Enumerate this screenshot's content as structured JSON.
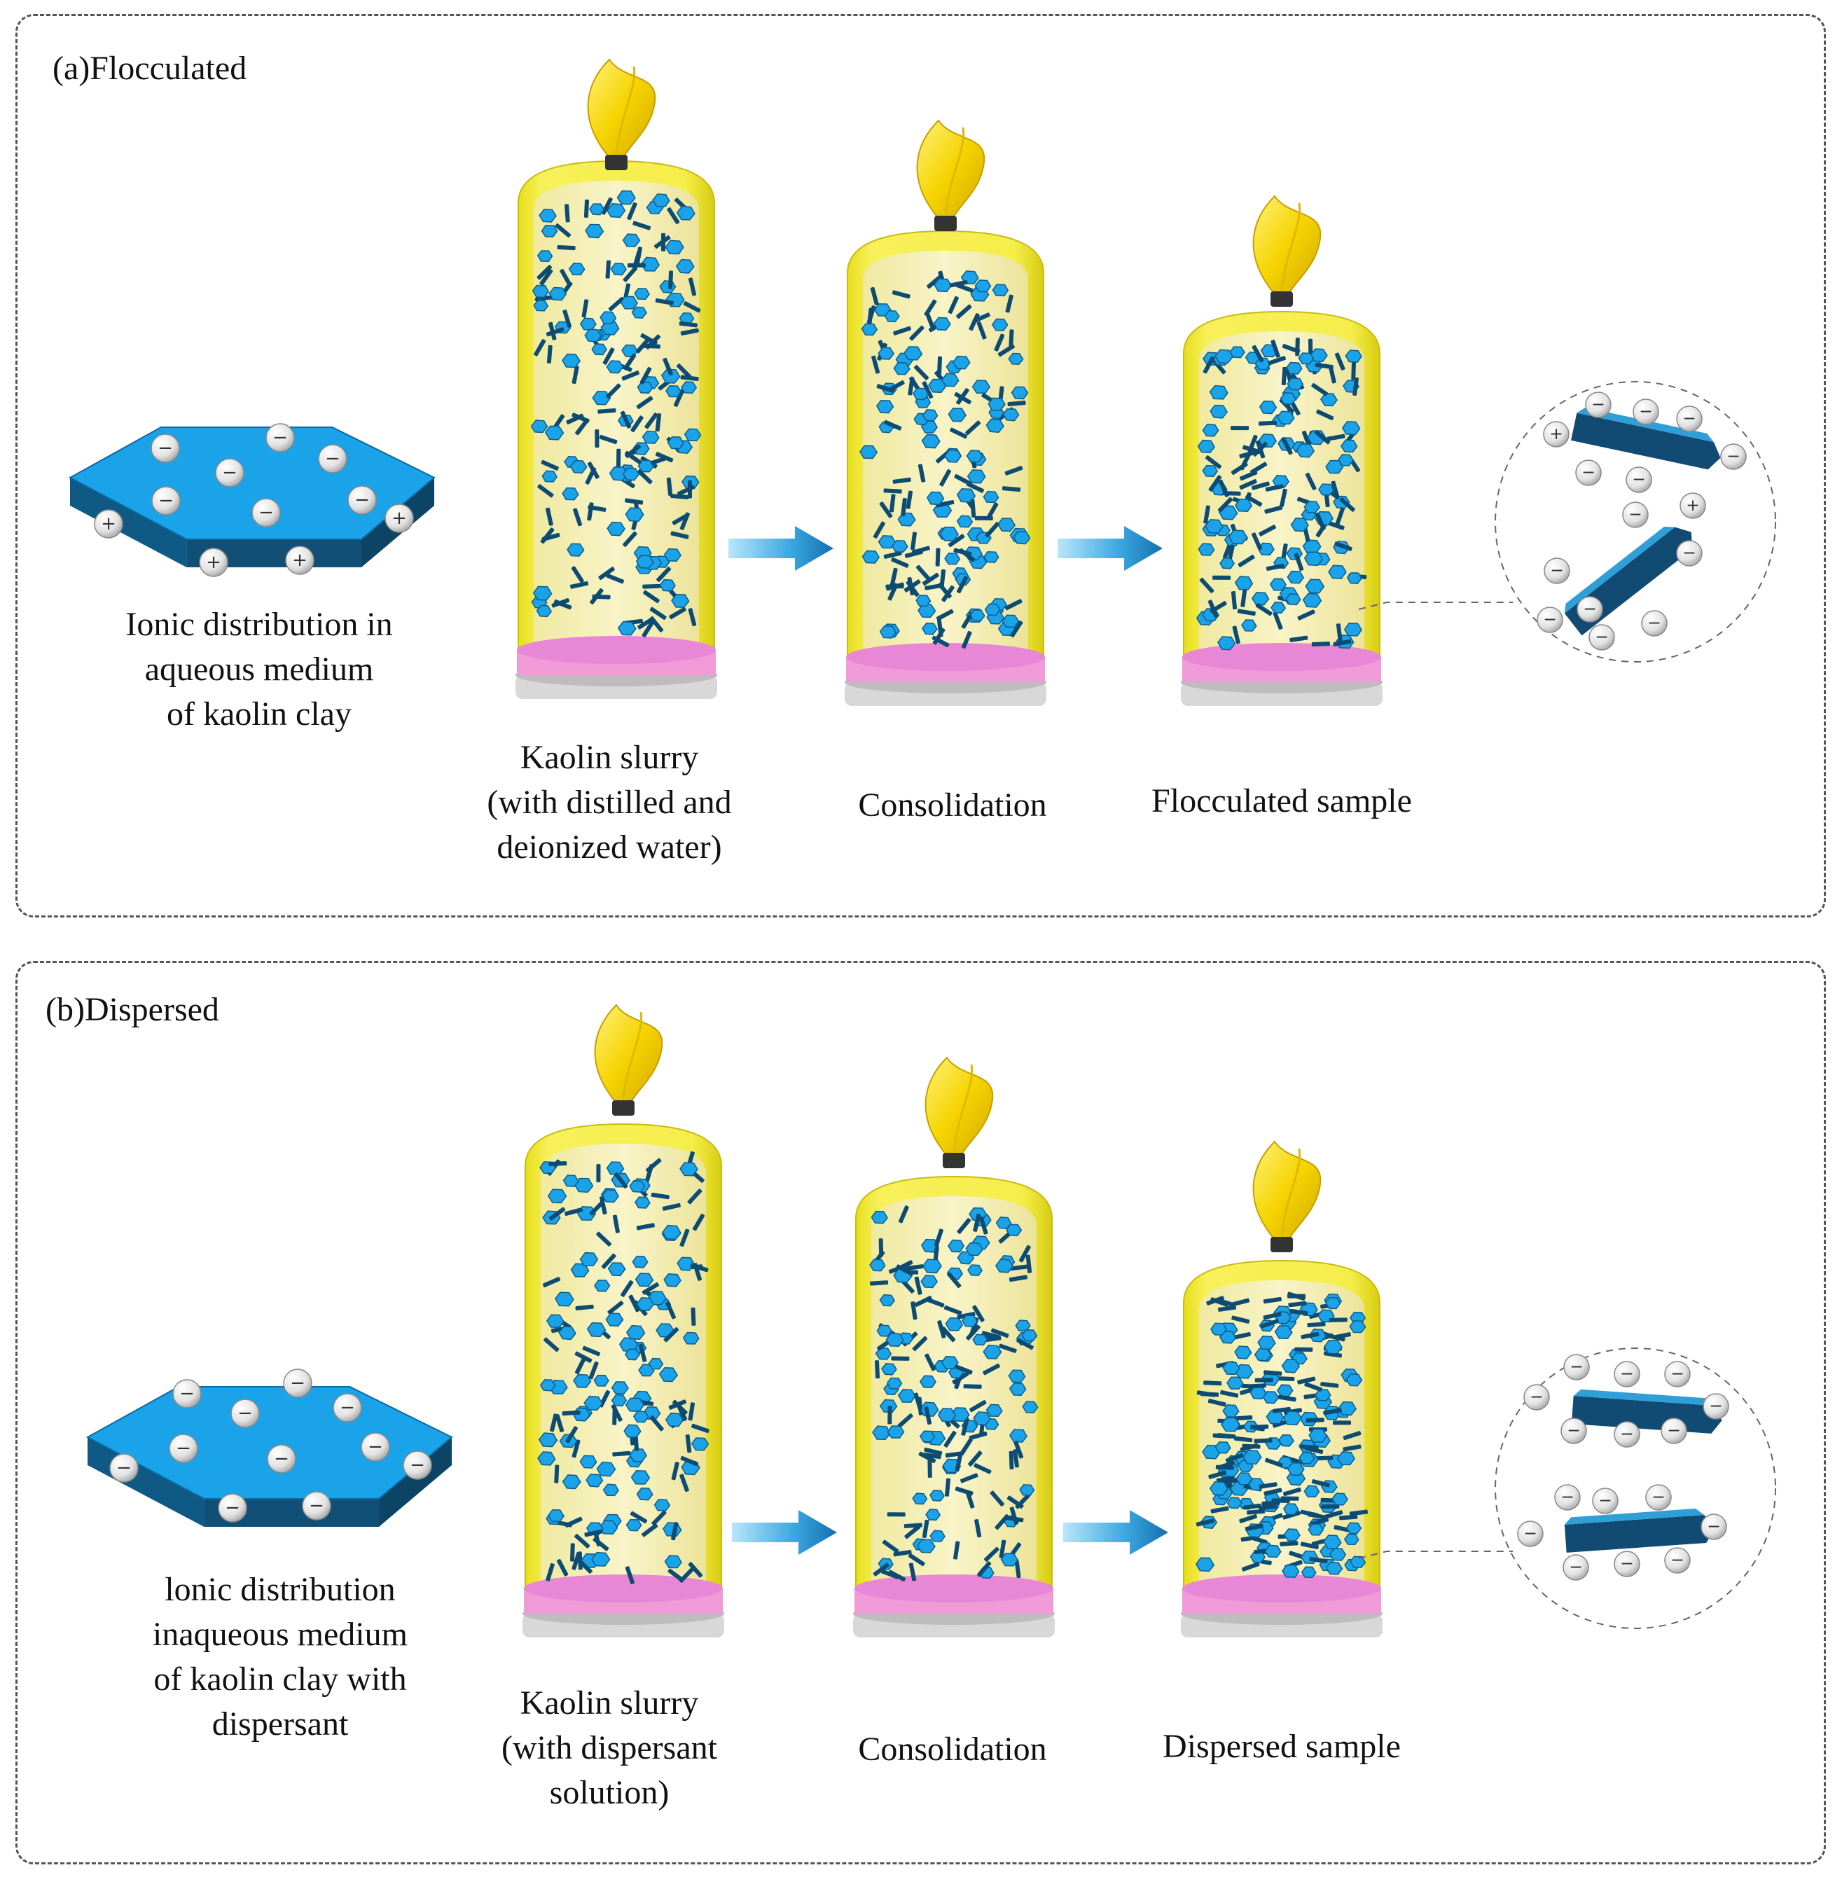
{
  "panel_a": {
    "title": "(a)Flocculated",
    "plate_caption": [
      "Ionic distribution in",
      "aqueous medium",
      "of kaolin clay"
    ],
    "step1_caption": [
      "Kaolin slurry",
      "(with distilled and",
      "deionized water)"
    ],
    "step2_caption": [
      "Consolidation"
    ],
    "step3_caption": [
      "Flocculated sample"
    ]
  },
  "panel_b": {
    "title": "(b)Dispersed",
    "plate_caption": [
      "lonic distribution",
      "inaqueous medium",
      "of kaolin clay with",
      "dispersant"
    ],
    "step1_caption": [
      "Kaolin slurry",
      "(with dispersant",
      "solution)"
    ],
    "step2_caption": [
      "Consolidation"
    ],
    "step3_caption": [
      "Dispersed sample"
    ]
  },
  "symbols": {
    "negative": "−",
    "positive": "+"
  },
  "colors": {
    "particle": "#1aa3e8",
    "particle_dark": "#0d4b73",
    "bag": "#f3ec3a",
    "slurry": "#f4f0b0",
    "filter": "#e887d6",
    "arrow": "#1e8fd0"
  }
}
